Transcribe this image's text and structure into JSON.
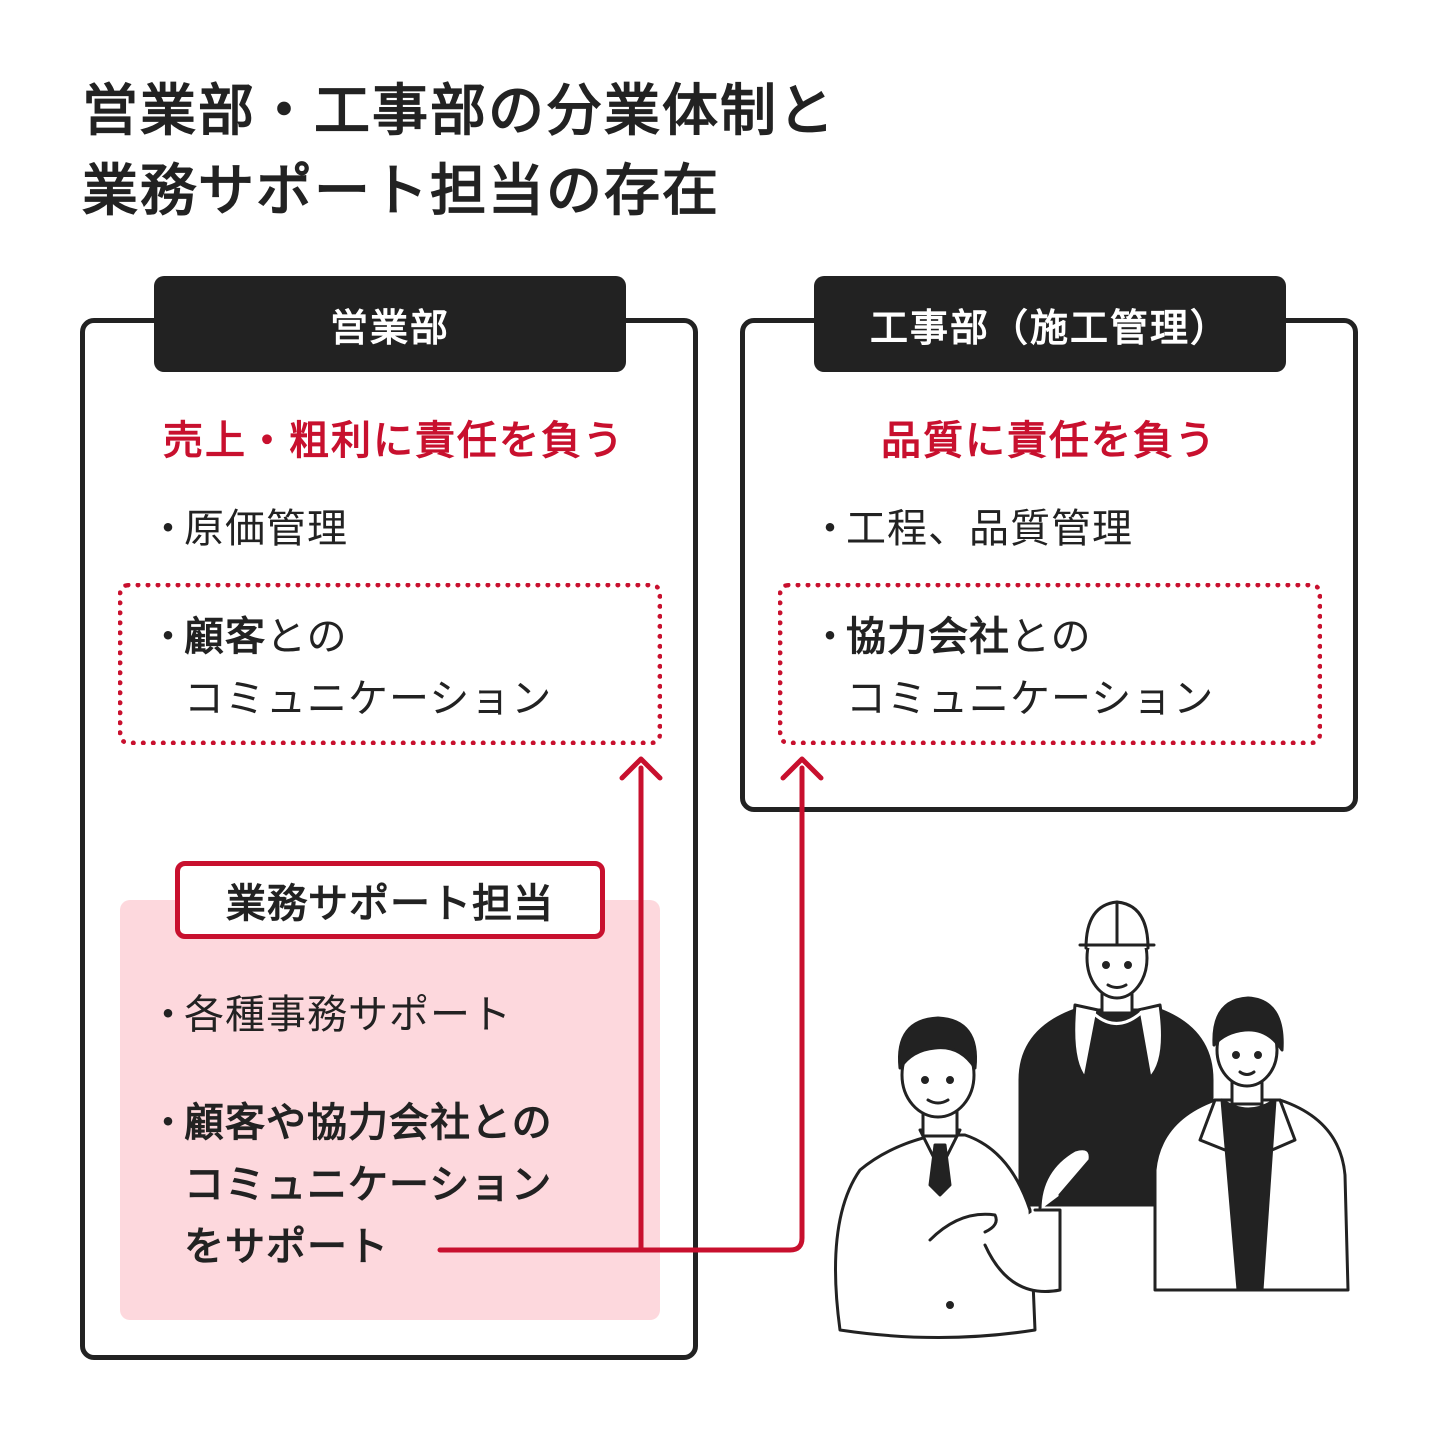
{
  "title": {
    "line1": "営業部・工事部の分業体制と",
    "line2": "業務サポート担当の存在"
  },
  "sales": {
    "tab": "営業部",
    "responsibility": "売上・粗利に責任を負う",
    "bullet_mark": "・",
    "item1": "原価管理",
    "item2_bold": "顧客",
    "item2_rest": "との",
    "item2_line2": "コミュニケーション"
  },
  "construction": {
    "tab": "工事部（施工管理）",
    "responsibility": "品質に責任を負う",
    "bullet_mark": "・",
    "item1": "工程、品質管理",
    "item2_bold": "協力会社",
    "item2_rest": "との",
    "item2_line2": "コミュニケーション"
  },
  "support": {
    "label": "業務サポート担当",
    "bullet_mark": "・",
    "item1": "各種事務サポート",
    "item2_line1": "顧客や協力会社との",
    "item2_line2": "コミュニケーション",
    "item2_line3": "をサポート"
  },
  "colors": {
    "accent": "#c8102e",
    "dark": "#222222",
    "pink": "#fdd8dd"
  },
  "illustration": {
    "figures": [
      "businessman-icon",
      "construction-worker-icon",
      "young-man-icon"
    ]
  }
}
